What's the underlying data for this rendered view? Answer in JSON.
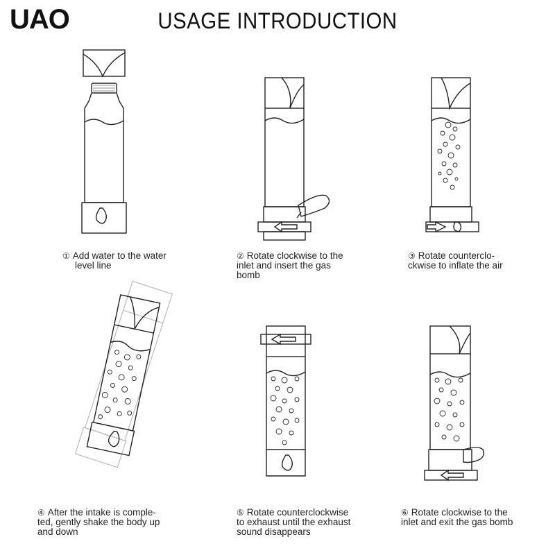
{
  "header": {
    "logo": "UAO",
    "title": "USAGE INTRODUCTION"
  },
  "steps": [
    {
      "num": "①",
      "lines": [
        "Add water to the water",
        "level line"
      ]
    },
    {
      "num": "②",
      "lines": [
        "Rotate clockwise to the",
        "inlet and insert the gas",
        "bomb"
      ]
    },
    {
      "num": "③",
      "lines": [
        "Rotate counterclo-",
        "ckwise to inflate the air"
      ]
    },
    {
      "num": "④",
      "lines": [
        "After the intake is comple-",
        "ted, gently shake the body up",
        "and down"
      ]
    },
    {
      "num": "⑤",
      "lines": [
        "Rotate counterclockwise",
        "to exhaust until the exhaust",
        "sound disappears"
      ]
    },
    {
      "num": "⑥",
      "lines": [
        "Rotate clockwise to the",
        "inlet and exit the gas bomb"
      ]
    }
  ]
}
